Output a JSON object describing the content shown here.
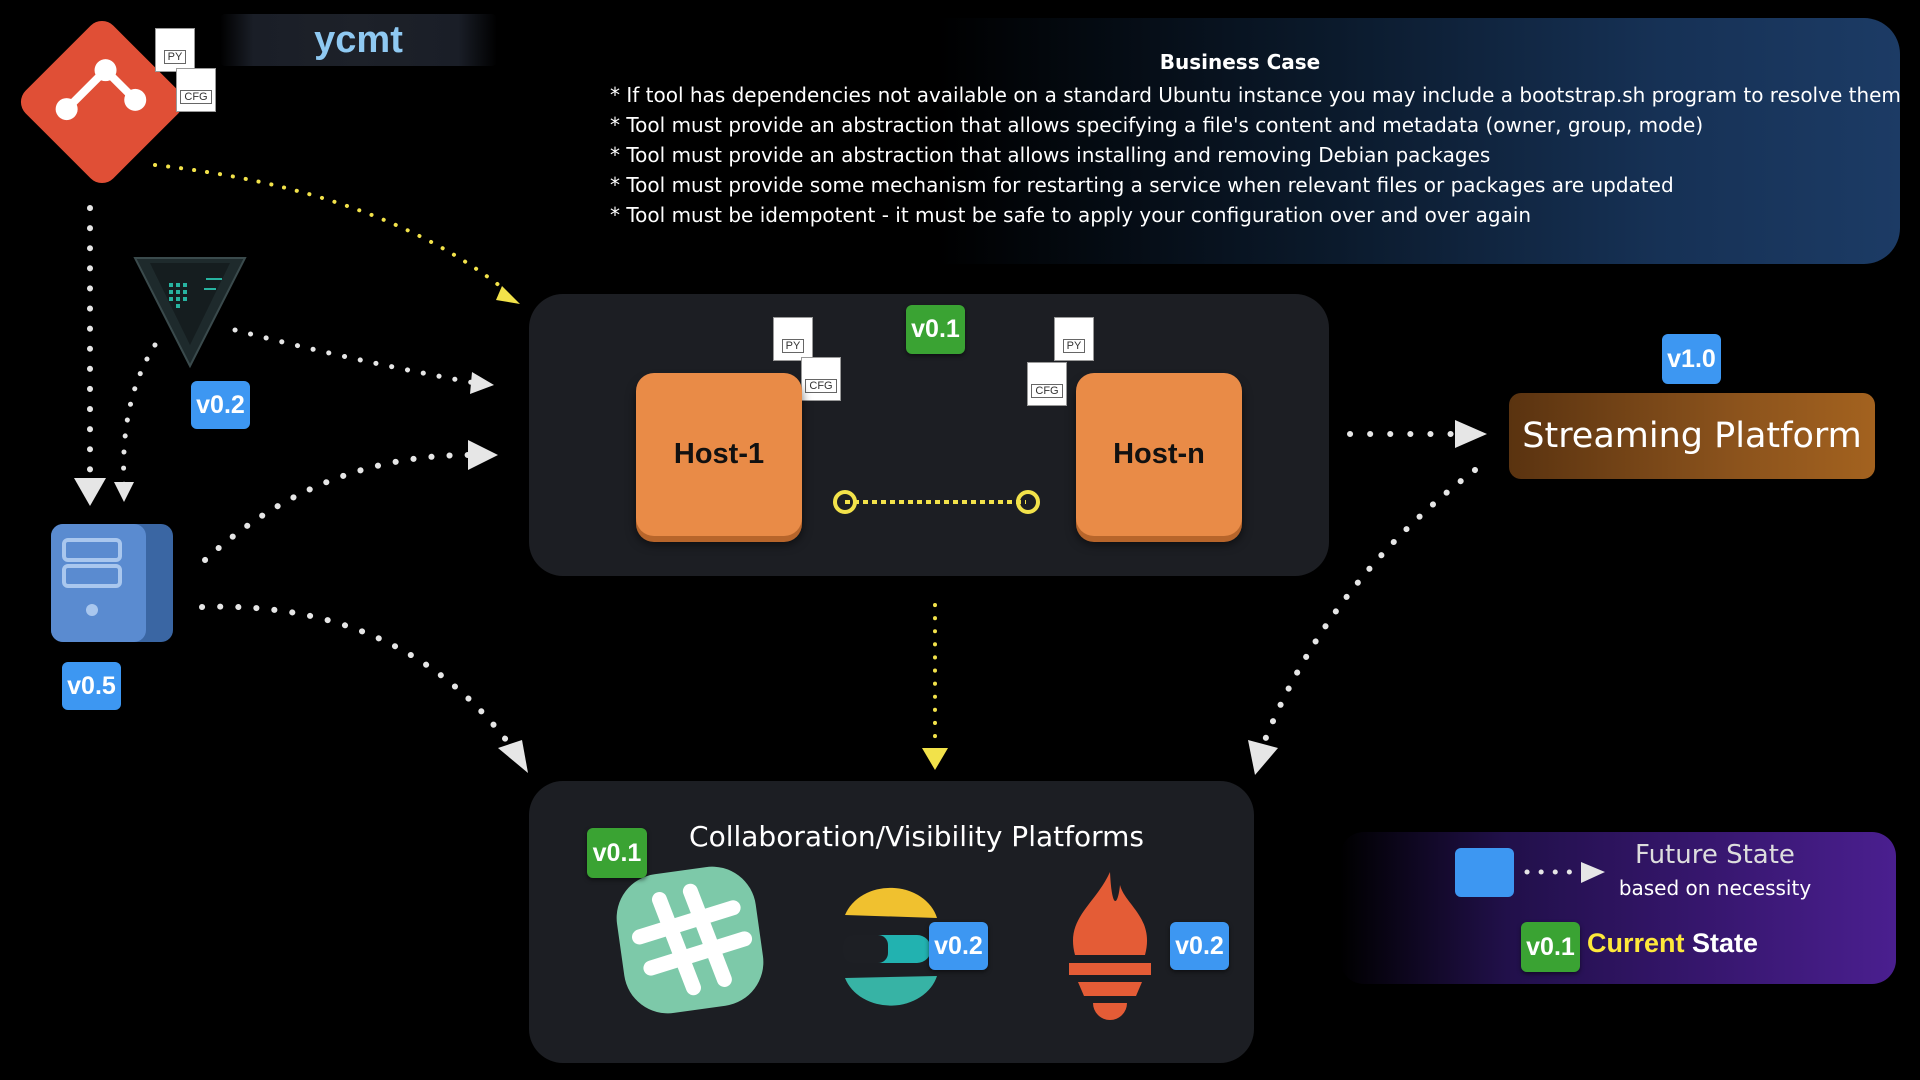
{
  "header": {
    "title": "ycmt"
  },
  "business_case": {
    "title": "Business Case",
    "items": [
      "* If tool has dependencies not available on a standard Ubuntu instance you may include a bootstrap.sh program to resolve them",
      "* Tool must provide an abstraction that allows specifying a file's content and metadata (owner, group, mode)",
      "* Tool must provide an abstraction that allows installing and removing Debian packages",
      "* Tool must provide some mechanism for restarting a service when relevant files or packages are updated",
      "* Tool must be idempotent - it must be safe to apply your configuration over and over again"
    ]
  },
  "hosts": {
    "host_1": "Host-1",
    "host_n": "Host-n",
    "version": "v0.1"
  },
  "file_tags": {
    "py": "PY",
    "cfg": "CFG"
  },
  "vault": {
    "version": "v0.2"
  },
  "server": {
    "version": "v0.5"
  },
  "streaming": {
    "label": "Streaming Platform",
    "version": "v1.0"
  },
  "collab": {
    "title": "Collaboration/Visibility Platforms",
    "slack_version": "v0.1",
    "elastic_version": "v0.2",
    "prometheus_version": "v0.2"
  },
  "legend": {
    "future_title": "Future State",
    "future_sub": "based on necessity",
    "current_badge": "v0.1",
    "current_word1": "Current",
    "current_word2": "State"
  },
  "colors": {
    "blue_badge": "#3d97f2",
    "green_badge": "#3aa333",
    "host_orange": "#e98b47",
    "git_red": "#e04f36",
    "yellow_arrow": "#f2e24a"
  },
  "icons": [
    "git-icon",
    "vault-icon",
    "server-icon",
    "slack-icon",
    "elastic-icon",
    "prometheus-icon",
    "file-icon"
  ]
}
